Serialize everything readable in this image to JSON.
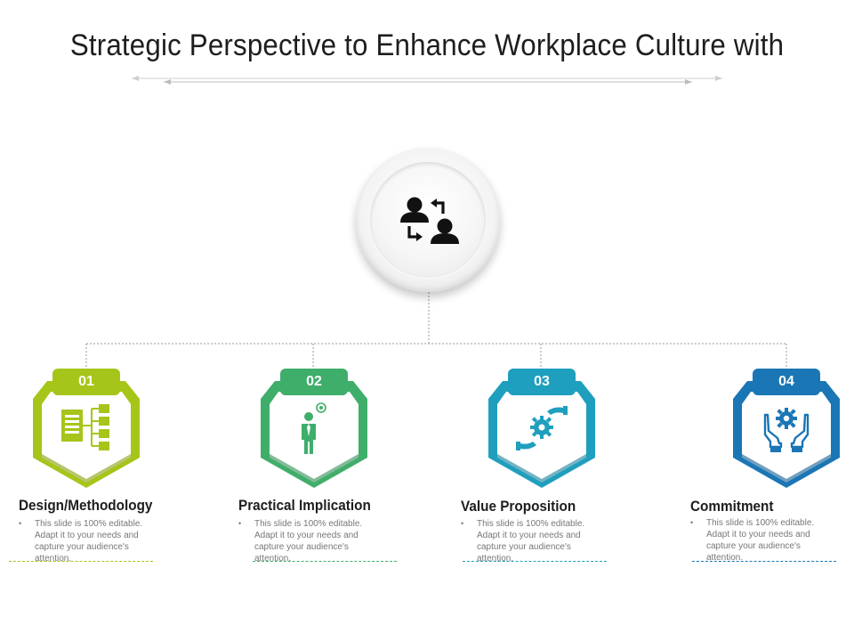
{
  "title": "Strategic Perspective to Enhance Workplace Culture with",
  "hub": {
    "icon": "people-exchange-icon"
  },
  "items": [
    {
      "number": "01",
      "title": "Design/Methodology",
      "bullet": "•",
      "description": "This slide is 100% editable. Adapt it to your needs and capture your audience's attention.",
      "icon": "sitemap-document-icon",
      "color": "#a6c51a"
    },
    {
      "number": "02",
      "title": "Practical Implication",
      "bullet": "•",
      "description": "This slide is 100% editable. Adapt it to your needs and capture your audience's attention.",
      "icon": "businessman-target-icon",
      "color": "#3fae6a"
    },
    {
      "number": "03",
      "title": "Value Proposition",
      "bullet": "•",
      "description": "This slide is 100% editable. Adapt it to your needs and capture your audience's attention.",
      "icon": "hands-gear-icon",
      "color": "#1f9fbe"
    },
    {
      "number": "04",
      "title": "Commitment",
      "bullet": "•",
      "description": "This slide is 100% editable. Adapt it to your needs and capture your audience's attention.",
      "icon": "hands-holding-gear-icon",
      "color": "#1a76b5"
    }
  ]
}
